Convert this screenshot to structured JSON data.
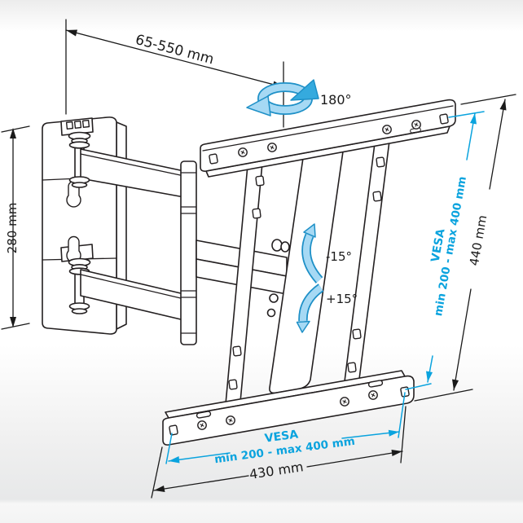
{
  "title": "TV wall mount technical dimension drawing",
  "colors": {
    "line": "#231f20",
    "accent_cyan": "#0aa3de",
    "arrow_fill_light": "#a6d9f4",
    "arrow_fill_dark": "#35aade",
    "arrow_outline": "#1e90c7"
  },
  "dimensions": {
    "extension_range": {
      "label": "65-550 mm"
    },
    "wall_plate_height": {
      "label": "280 mm"
    },
    "swivel": {
      "label": "180°"
    },
    "tilt_up": {
      "label": "-15°"
    },
    "tilt_down": {
      "label": "+15°"
    },
    "bracket_height": {
      "label": "440 mm"
    },
    "bracket_width": {
      "label": "430 mm"
    },
    "vesa_vertical": {
      "line1": "VESA",
      "line2": "min 200 - max 400 mm"
    },
    "vesa_horizontal": {
      "line1": "VESA",
      "line2": "min 200 - max 400 mm"
    }
  }
}
